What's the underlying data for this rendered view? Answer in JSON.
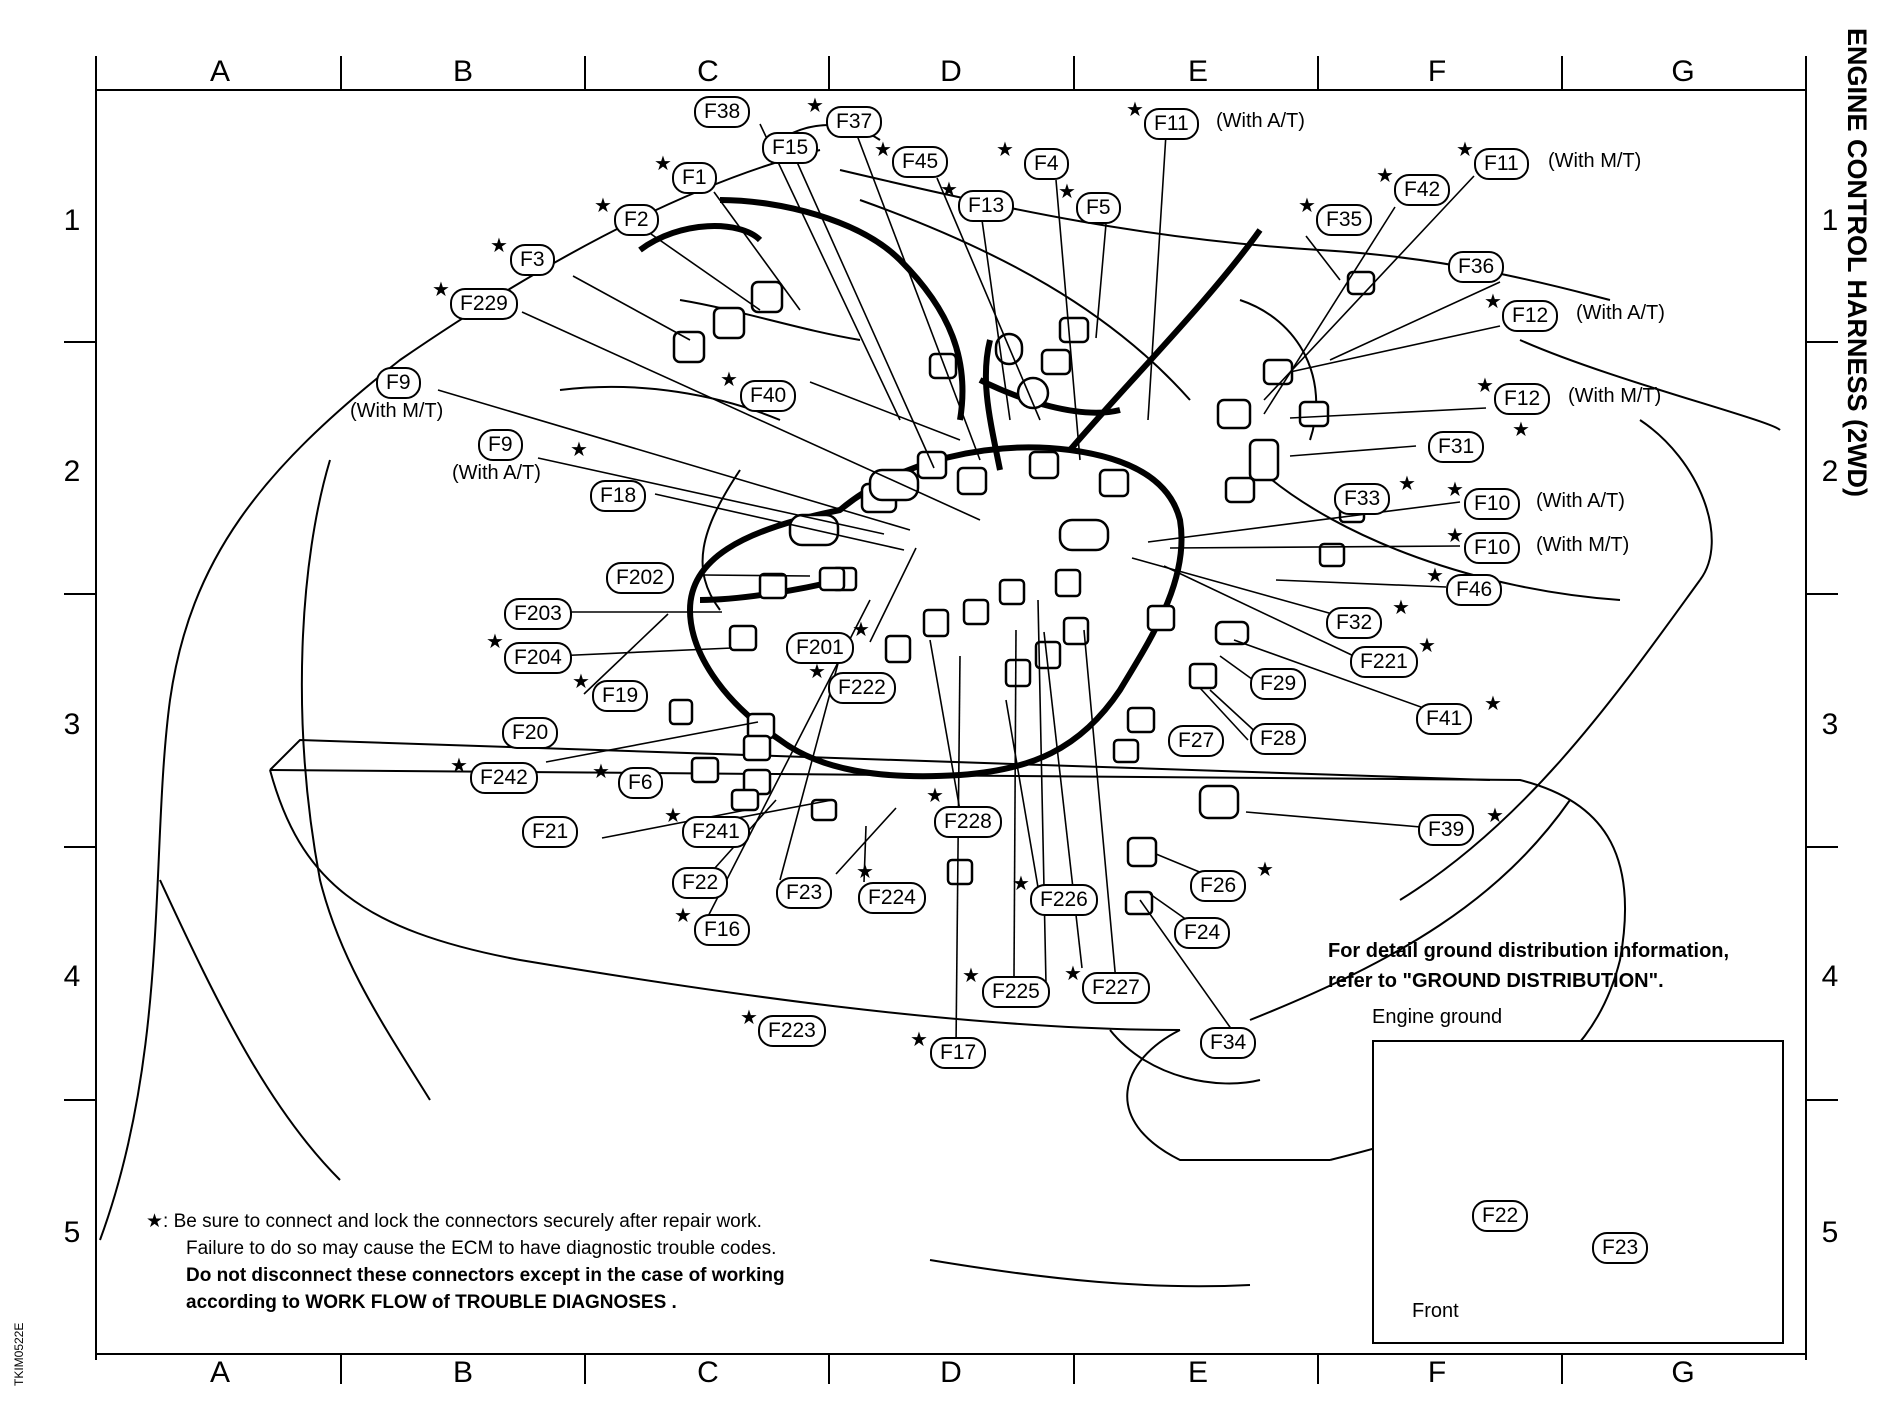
{
  "title": "ENGINE CONTROL HARNESS (2WD)",
  "image_code": "TKIM0522E",
  "columns": [
    "A",
    "B",
    "C",
    "D",
    "E",
    "F",
    "G"
  ],
  "rows": [
    "1",
    "2",
    "3",
    "4",
    "5"
  ],
  "connectors": {
    "F38": "F38",
    "F37": "F37",
    "F15": "F15",
    "F45": "F45",
    "F4": "F4",
    "F11_at": "F11",
    "F11_mt": "F11",
    "F1": "F1",
    "F13": "F13",
    "F5": "F5",
    "F42": "F42",
    "F2": "F2",
    "F35": "F35",
    "F3": "F3",
    "F36": "F36",
    "F229": "F229",
    "F12_at": "F12",
    "F12_mt": "F12",
    "F40": "F40",
    "F9_mt": "F9",
    "F9_at": "F9",
    "F31": "F31",
    "F18": "F18",
    "F33": "F33",
    "F10_at": "F10",
    "F10_mt": "F10",
    "F202": "F202",
    "F46": "F46",
    "F203": "F203",
    "F201": "F201",
    "F32": "F32",
    "F204": "F204",
    "F221": "F221",
    "F222": "F222",
    "F19": "F19",
    "F29": "F29",
    "F20": "F20",
    "F41": "F41",
    "F27": "F27",
    "F28": "F28",
    "F242": "F242",
    "F6": "F6",
    "F228": "F228",
    "F39": "F39",
    "F21": "F21",
    "F241": "F241",
    "F22": "F22",
    "F23": "F23",
    "F224": "F224",
    "F226": "F226",
    "F26": "F26",
    "F16": "F16",
    "F24": "F24",
    "F225": "F225",
    "F227": "F227",
    "F223": "F223",
    "F34": "F34",
    "F17": "F17"
  },
  "conditions": {
    "with_at": "(With A/T)",
    "with_mt": "(With M/T)",
    "with_mt_b": "(With  M/T)",
    "with_at_b": "(With  A/T)"
  },
  "ground_info": {
    "line1": "For detail ground distribution information,",
    "line2": "refer to \"GROUND DISTRIBUTION\"."
  },
  "inset": {
    "title": "Engine ground",
    "connector_a": "F22",
    "connector_b": "F23",
    "front_label": "Front"
  },
  "note": {
    "star_symbol": "★",
    "line1": ": Be sure to connect and lock the connectors securely after repair work.",
    "line2": "Failure to do so may cause the ECM to have diagnostic trouble codes.",
    "line3": "Do not disconnect these connectors except in the case of working",
    "line4": "according to WORK FLOW of TROUBLE DIAGNOSES ."
  }
}
